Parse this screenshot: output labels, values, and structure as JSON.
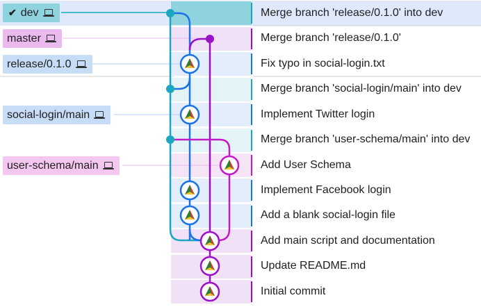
{
  "colors": {
    "teal": "#1aa7bf",
    "blue": "#1a73e8",
    "purple": "#9b10c8",
    "label_teal": "#8fd3de",
    "label_pink": "#eab9ee",
    "label_blue": "#c6dcf7",
    "label_pink2": "#f4c7f1",
    "row_highlight": "#dfe9fb"
  },
  "branches": [
    {
      "label": "dev",
      "checked": true,
      "icon": "laptop-icon"
    },
    {
      "label": "master",
      "checked": false,
      "icon": "laptop-icon"
    },
    {
      "label": "release/0.1.0",
      "checked": false,
      "icon": "laptop-icon"
    },
    {
      "label": "social-login/main",
      "checked": false,
      "icon": "laptop-icon"
    },
    {
      "label": "user-schema/main",
      "checked": false,
      "icon": "laptop-icon"
    }
  ],
  "commits": [
    {
      "message": "Merge branch 'release/0.1.0' into dev"
    },
    {
      "message": "Merge branch 'release/0.1.0'"
    },
    {
      "message": "Fix typo in social-login.txt"
    },
    {
      "message": "Merge branch 'social-login/main' into dev"
    },
    {
      "message": "Implement Twitter login"
    },
    {
      "message": "Merge branch 'user-schema/main' into dev"
    },
    {
      "message": "Add User Schema"
    },
    {
      "message": "Implement Facebook login"
    },
    {
      "message": "Add a blank social-login file"
    },
    {
      "message": "Add main script and documentation"
    },
    {
      "message": "Update README.md"
    },
    {
      "message": "Initial commit"
    }
  ]
}
